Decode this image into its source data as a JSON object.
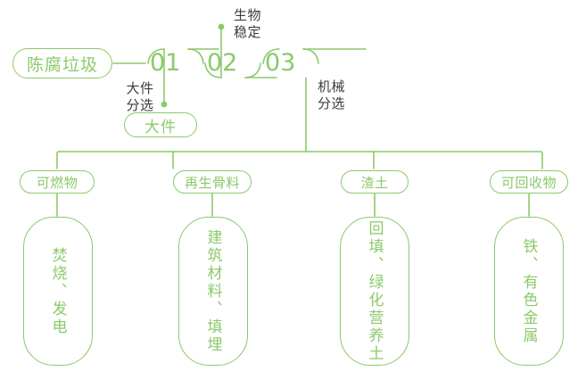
{
  "theme": {
    "accent": "#8cc96b",
    "text_dark": "#3c3c3c",
    "background": "#ffffff"
  },
  "diagram": {
    "type": "process-flow",
    "root": {
      "label": "陈腐垃圾"
    },
    "stages": [
      {
        "number": "01",
        "process_label": "大件\n分选",
        "output": {
          "label": "大件",
          "direction": "down"
        }
      },
      {
        "number": "02",
        "process_label": "生物\n稳定",
        "output": null
      },
      {
        "number": "03",
        "process_label": "机械\n分选",
        "output": null
      }
    ],
    "branches": [
      {
        "category": "可燃物",
        "outcome": "焚烧、发电"
      },
      {
        "category": "再生骨料",
        "outcome": "建筑材料、填埋"
      },
      {
        "category": "渣土",
        "outcome": "回填、绿化营养土"
      },
      {
        "category": "可回收物",
        "outcome": "铁、有色金属"
      }
    ]
  }
}
